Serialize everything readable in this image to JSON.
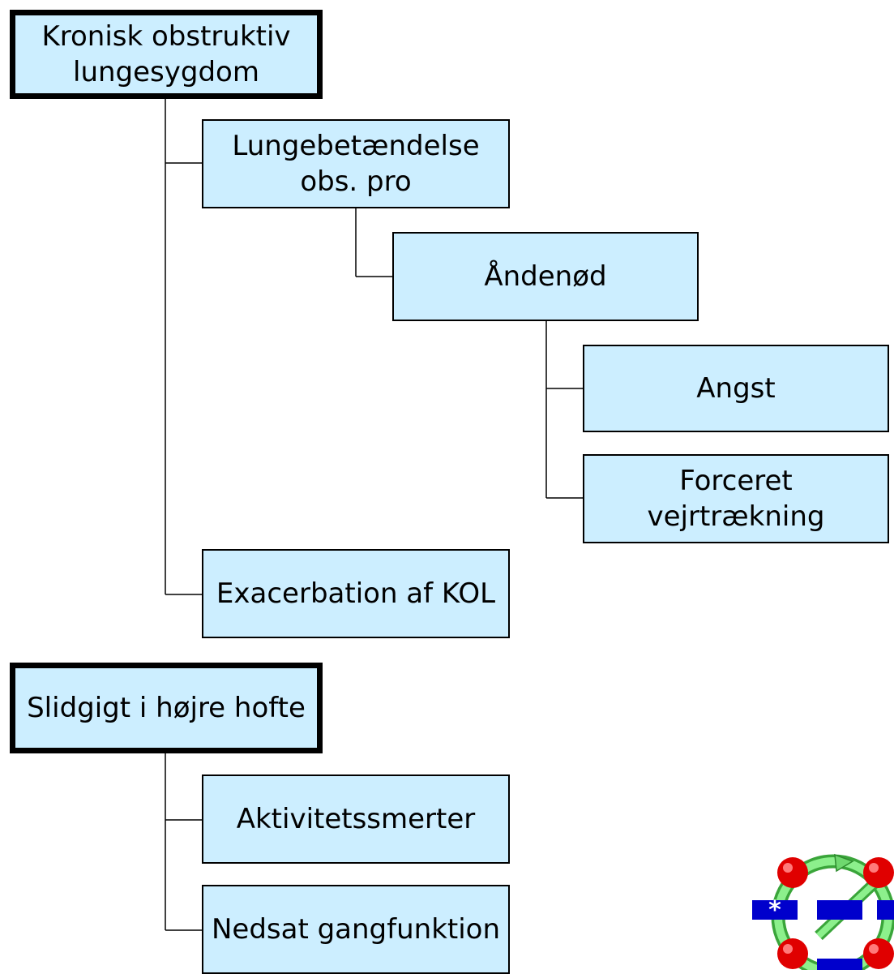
{
  "tree1": {
    "root": "Kronisk obstruktiv\nlungesygdom",
    "child_1": "Lungebetændelse\nobs. pro",
    "child_1_1": "Åndenød",
    "child_1_1_1": "Angst",
    "child_1_1_2": "Forceret\nvejrtrækning",
    "child_2": "Exacerbation af KOL"
  },
  "tree2": {
    "root": "Slidgigt i højre hofte",
    "child_1": "Aktivitetssmerter",
    "child_2": "Nedsat gangfunktion"
  },
  "logo": {
    "symbol": "*",
    "colors": {
      "ring": "#7fe07f",
      "node": "#e00000",
      "bar": "#0000cc"
    }
  },
  "colors": {
    "box_fill": "#cceeff",
    "border": "#000000"
  }
}
